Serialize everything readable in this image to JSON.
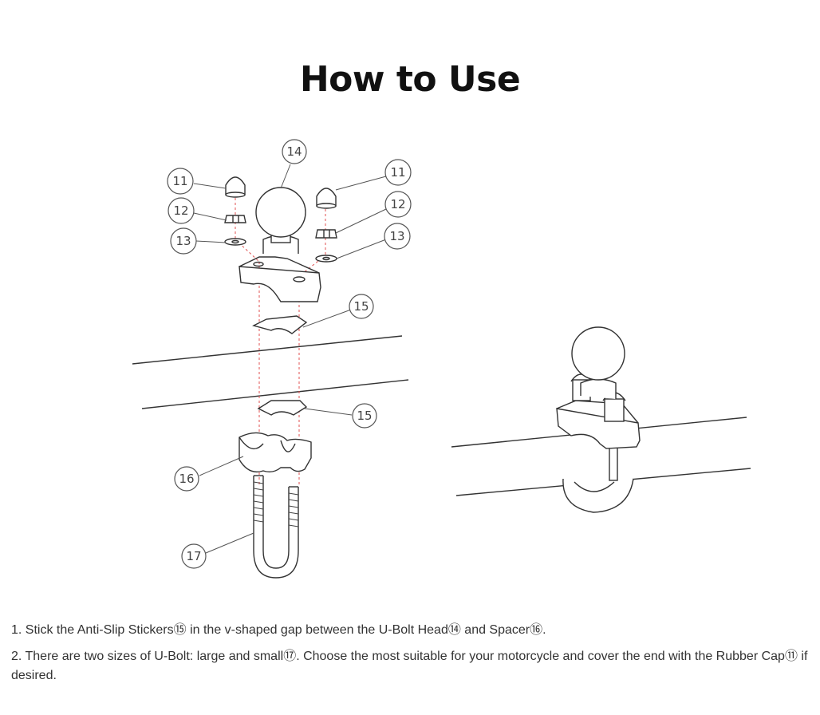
{
  "page": {
    "title": "How to Use"
  },
  "callouts": {
    "cap_left": "11",
    "cap_right": "11",
    "nut_left": "12",
    "nut_right": "12",
    "washer_left": "13",
    "washer_right": "13",
    "ball_head": "14",
    "sticker_top": "15",
    "sticker_bottom": "15",
    "spacer": "16",
    "u_bolt": "17"
  },
  "steps": [
    "1. Stick the Anti-Slip Stickers⑮ in the v-shaped gap between the U-Bolt Head⑭ and Spacer⑯.",
    "2. There are two sizes of U-Bolt: large and small⑰. Choose the most suitable for your motorcycle and cover the end with the Rubber Cap⑪ if desired."
  ]
}
